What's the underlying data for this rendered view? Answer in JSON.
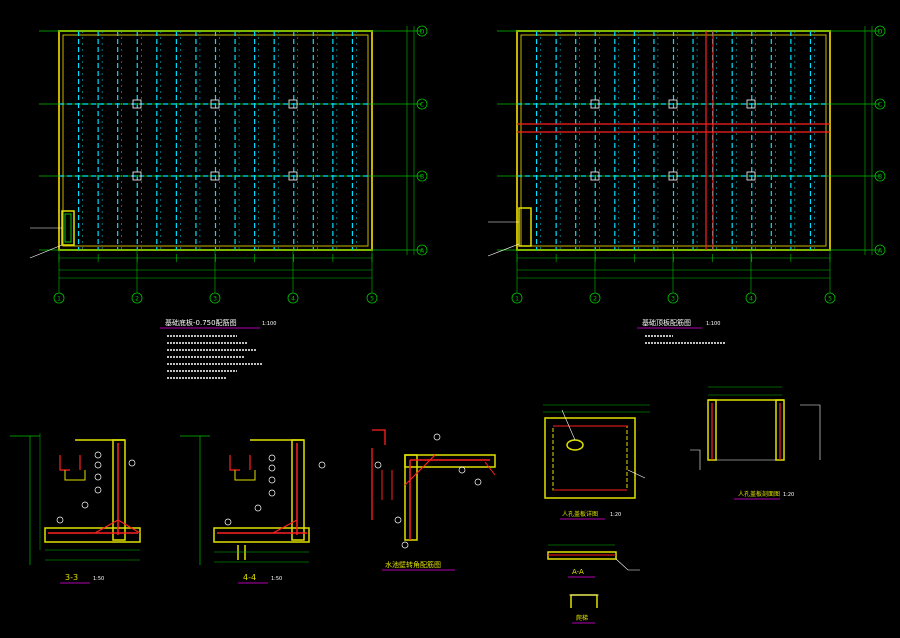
{
  "colors": {
    "background": "#000000",
    "frame": "#c8b400",
    "grid_line": "#00e0ff",
    "axis": "#00c000",
    "dimension": "#00c000",
    "text": "#ffffff",
    "rebar": "#ff2020",
    "note_underline": "#b000b0",
    "concrete": "#e0e000"
  },
  "plan_left": {
    "axis_labels_bottom": [
      "1",
      "2",
      "3",
      "4",
      "5"
    ],
    "axis_labels_right": [
      "D",
      "C",
      "B",
      "A"
    ],
    "title": "基础底板-0.750配筋图",
    "scale": "1:100"
  },
  "plan_right": {
    "axis_labels_bottom": [
      "1",
      "2",
      "3",
      "4",
      "5"
    ],
    "axis_labels_right": [
      "D",
      "C",
      "B",
      "A"
    ],
    "title": "基础顶板配筋图",
    "scale": "1:100"
  },
  "sections": {
    "s33": {
      "label": "3-3",
      "scale": "1:50"
    },
    "s44": {
      "label": "4-4",
      "scale": "1:50"
    },
    "corner": {
      "label": "水池壁转角配筋图"
    },
    "manhole_plan": {
      "label": "人孔盖板详图",
      "scale": "1:20"
    },
    "manhole_sec": {
      "label": "人孔盖板剖面图",
      "scale": "1:20"
    },
    "aa": {
      "label": "A-A"
    },
    "step": {
      "label": "爬梯"
    }
  }
}
